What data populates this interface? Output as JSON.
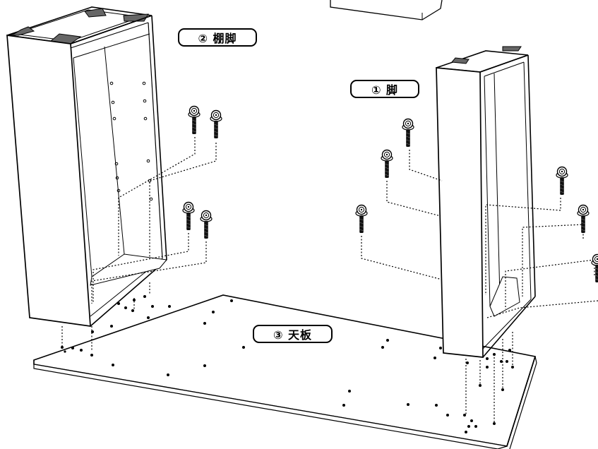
{
  "labels": {
    "shelf_leg": "② 棚脚",
    "leg": "① 脚",
    "top_board": "③ 天板"
  }
}
